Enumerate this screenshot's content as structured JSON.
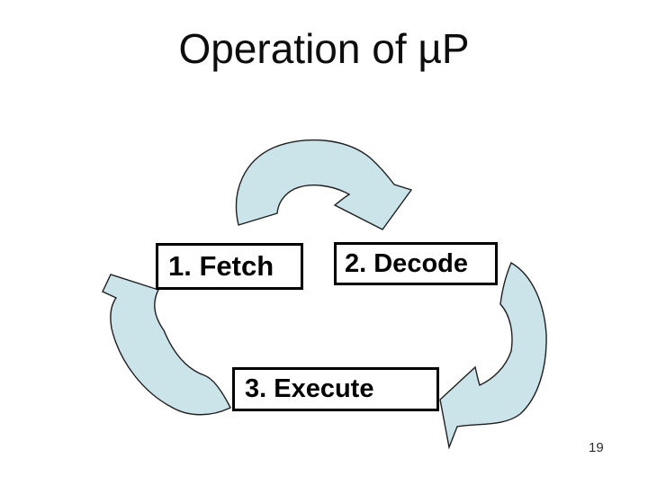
{
  "slide": {
    "title": "Operation of µP",
    "page_number": "19",
    "steps": [
      {
        "id": "fetch",
        "label": "1. Fetch"
      },
      {
        "id": "decode",
        "label": "2. Decode"
      },
      {
        "id": "execute",
        "label": "3. Execute"
      }
    ],
    "cycle_arrows": [
      {
        "name": "curved-arrow-top",
        "direction": "fetch-to-decode"
      },
      {
        "name": "curved-arrow-right",
        "direction": "decode-to-execute"
      },
      {
        "name": "curved-arrow-left",
        "direction": "execute-to-fetch"
      }
    ],
    "colors": {
      "background": "#ffffff",
      "arrow_fill": "#cbe4e9",
      "arrow_outline": "#1f1f1f",
      "box_border": "#000000",
      "text": "#000000"
    }
  }
}
